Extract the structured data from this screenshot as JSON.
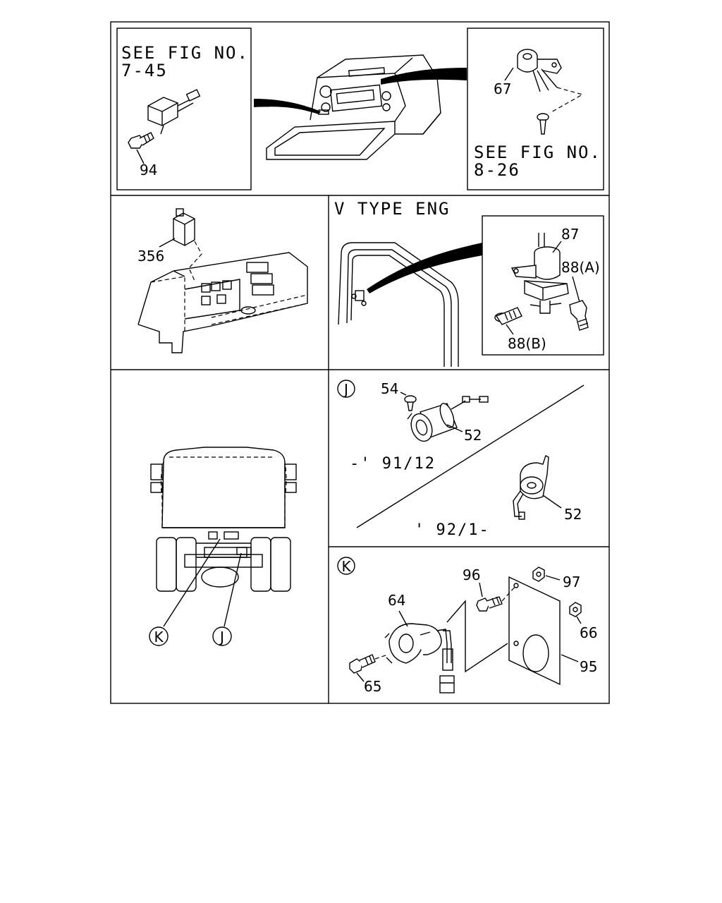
{
  "panels": {
    "top_left": {
      "ref_line1": "SEE FIG NO.",
      "ref_line2": "7-45",
      "part_94": "94"
    },
    "top_right": {
      "part_67": "67",
      "ref_line1": "SEE FIG NO.",
      "ref_line2": "8-26"
    },
    "mid_left": {
      "part_356": "356"
    },
    "mid_right": {
      "title": "V TYPE ENG",
      "part_87": "87",
      "part_88a": "88(A)",
      "part_88b": "88(B)"
    },
    "lower_left": {
      "marker_k": "K",
      "marker_j": "J"
    },
    "lower_right_j": {
      "marker": "J",
      "part_54": "54",
      "part_52_upper": "52",
      "date_upper": "-' 91/12",
      "date_lower": "' 92/1-",
      "part_52_lower": "52"
    },
    "bottom_right_k": {
      "marker": "K",
      "part_96": "96",
      "part_97": "97",
      "part_64": "64",
      "part_66": "66",
      "part_95": "95",
      "part_65": "65"
    }
  }
}
